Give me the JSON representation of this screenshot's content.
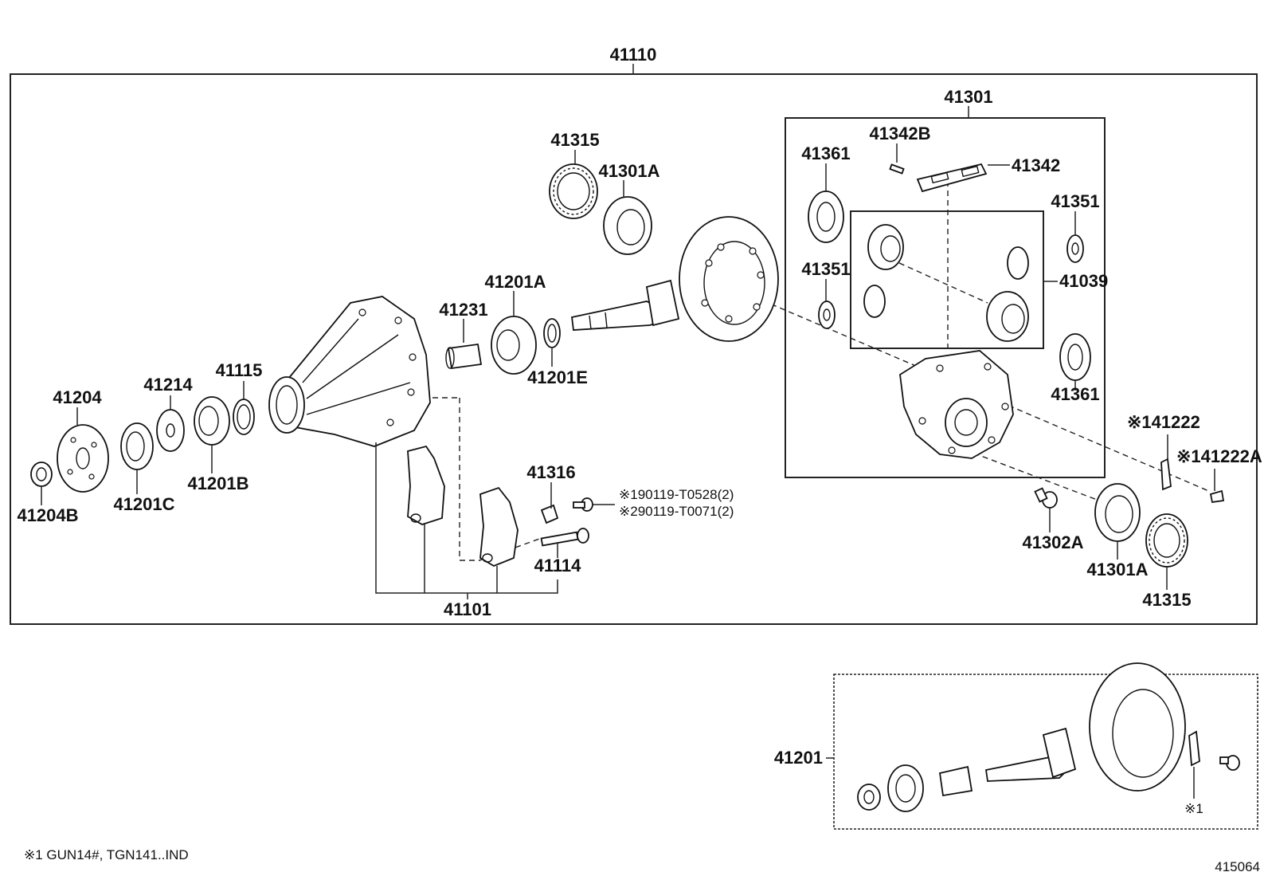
{
  "labels": {
    "p41110": "41110",
    "p41301": "41301",
    "p41315_top": "41315",
    "p41301A_top": "41301A",
    "p41361_top": "41361",
    "p41342B": "41342B",
    "p41342": "41342",
    "p41351_right": "41351",
    "p41351_left": "41351",
    "p41039": "41039",
    "p41361_bottom": "41361",
    "p41201A": "41201A",
    "p41231": "41231",
    "p41201E": "41201E",
    "p41115": "41115",
    "p41214": "41214",
    "p41204": "41204",
    "p41201B": "41201B",
    "p41201C": "41201C",
    "p41204B": "41204B",
    "p41316": "41316",
    "bolt1": "※190119-T0528(2)",
    "bolt2": "※290119-T0071(2)",
    "p41114": "41114",
    "p41101": "41101",
    "p41222": "※141222",
    "p41222A": "※141222A",
    "p41302A": "41302A",
    "p41301A_bottom": "41301A",
    "p41315_bottom": "41315",
    "p41201": "41201",
    "note_mark": "※1"
  },
  "footer": {
    "note": "※1 GUN14#, TGN141..IND",
    "diagram_id": "415064"
  }
}
